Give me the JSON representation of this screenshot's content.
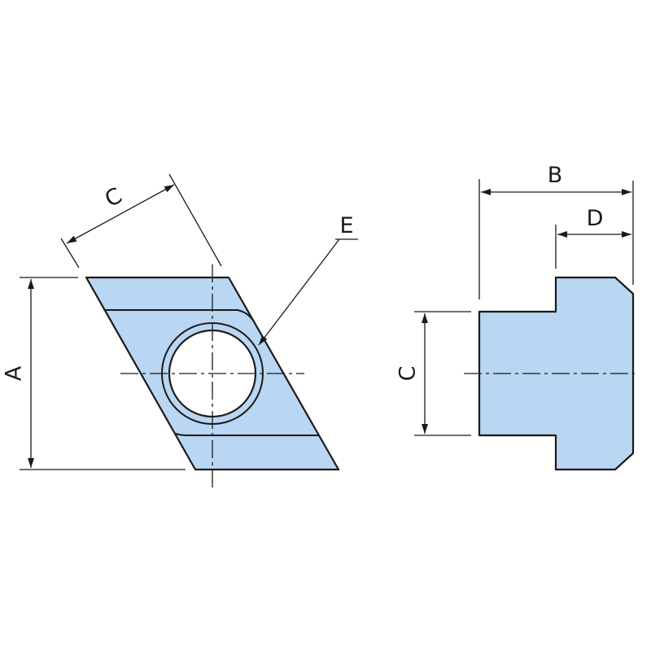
{
  "colors": {
    "part_fill": "#b9d6f2",
    "line": "#1a1a1a",
    "background": "#ffffff"
  },
  "labels": {
    "height": "A",
    "length": "B",
    "width_front": "C",
    "width_side": "C",
    "head_length": "D",
    "bore": "E"
  }
}
